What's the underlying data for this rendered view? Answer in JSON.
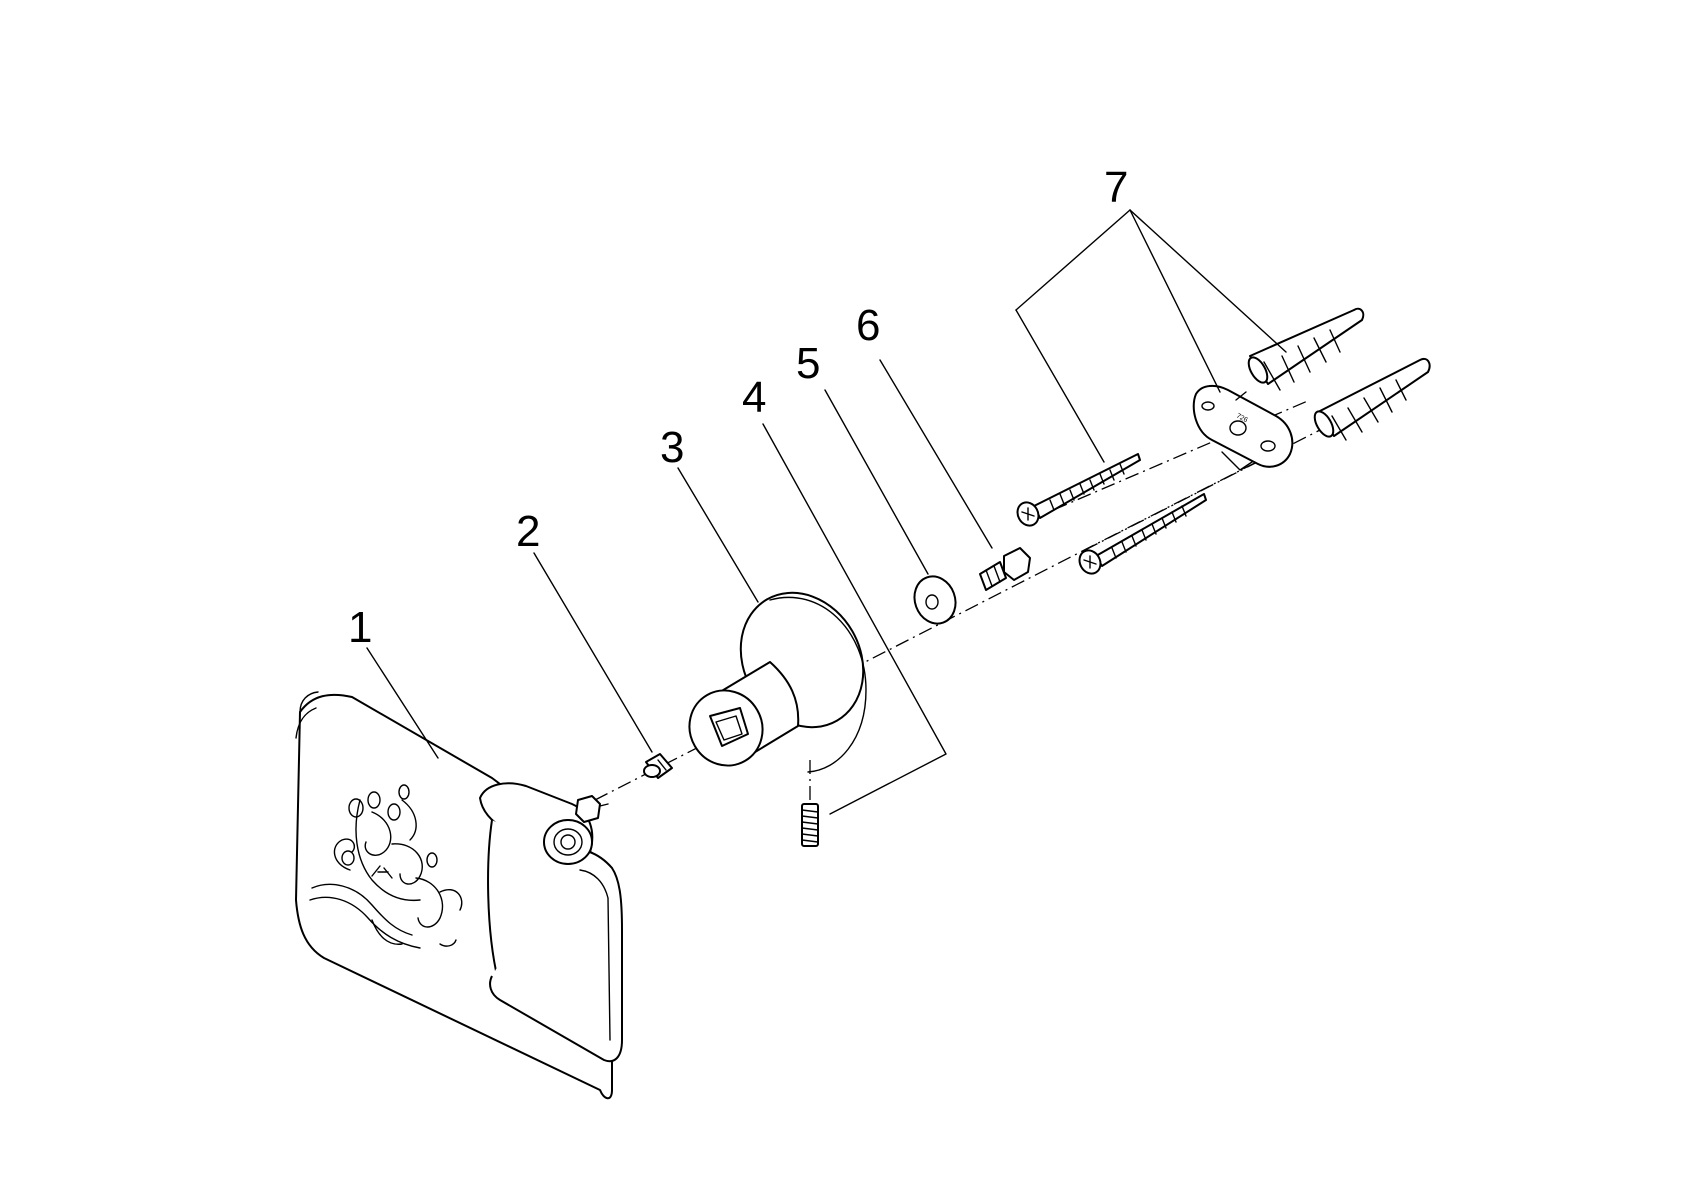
{
  "labels": {
    "p1": "1",
    "p2": "2",
    "p3": "3",
    "p4": "4",
    "p5": "5",
    "p6": "6",
    "p7": "7"
  },
  "plate_marking": "726"
}
